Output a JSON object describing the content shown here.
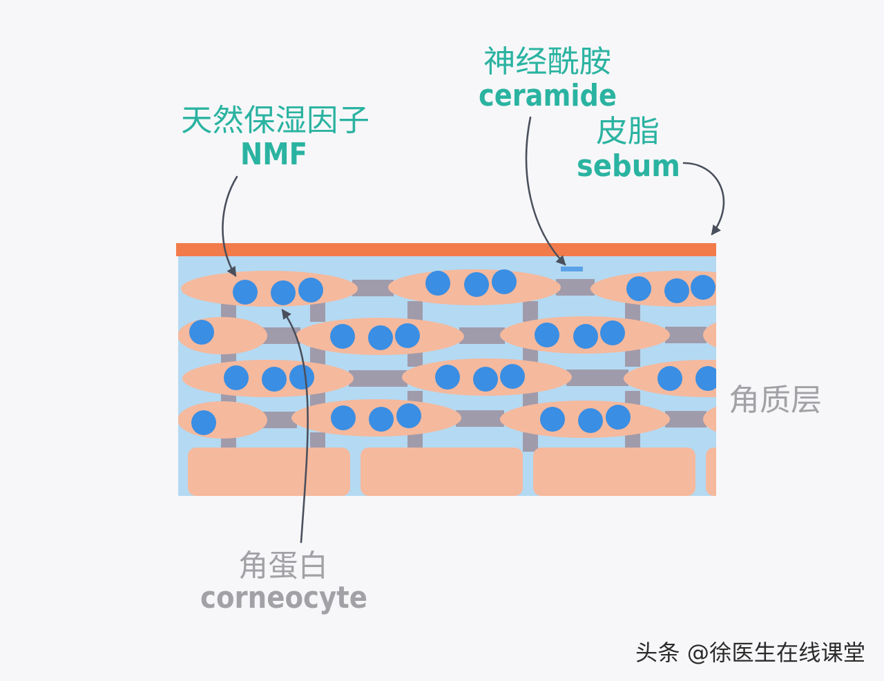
{
  "labels": {
    "ceramide_cn": "神经酰胺",
    "ceramide_en": "ceramide",
    "nmf_cn": "天然保湿因子",
    "nmf_en": "NMF",
    "sebum_cn": "皮脂",
    "sebum_en": "sebum",
    "stratum_corneum": "角质层",
    "corneocyte_cn": "角蛋白",
    "corneocyte_en": "corneocyte"
  },
  "watermark": "头条 @徐医生在线课堂",
  "colors": {
    "background": "#f7f7f9",
    "label_teal": "#2bb3a1",
    "label_gray": "#a2a2a6",
    "arrow": "#4a4f5c",
    "sebum_layer": "#f27b4b",
    "intercellular_fluid": "#b4d9f2",
    "lipid_matrix": "#a09bab",
    "corneocyte": "#f5b99d",
    "nmf_dot": "#3a8ee3",
    "ceramide_marker": "#5aa2e8"
  }
}
